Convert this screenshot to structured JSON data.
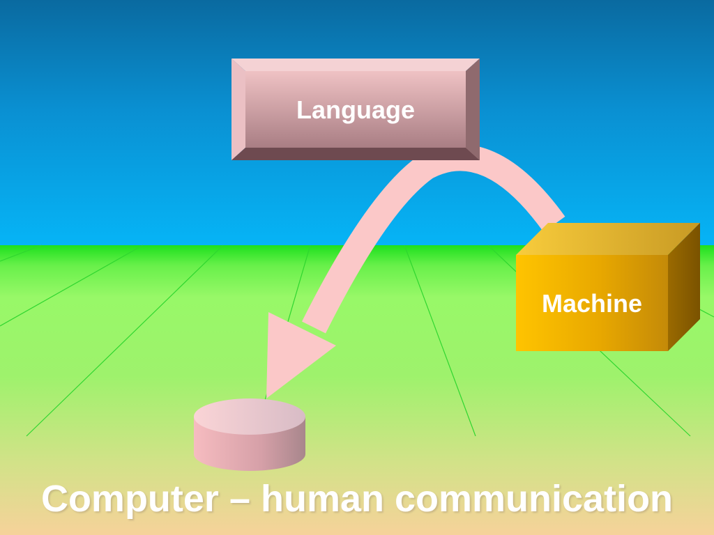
{
  "title": "Computer – human communication",
  "nodes": {
    "language": "Language",
    "machine": "Machine"
  },
  "colors": {
    "sky_top": "#0a6aa0",
    "sky_bottom": "#06b4f6",
    "ground_top": "#1ee01e",
    "ground_bottom": "#f6d29a",
    "arrow": "#fbc8c8",
    "language_box": "#c98f96",
    "machine_cube": "#f0b000",
    "disc": "#d9a6ae",
    "title_text": "#ffffff"
  }
}
